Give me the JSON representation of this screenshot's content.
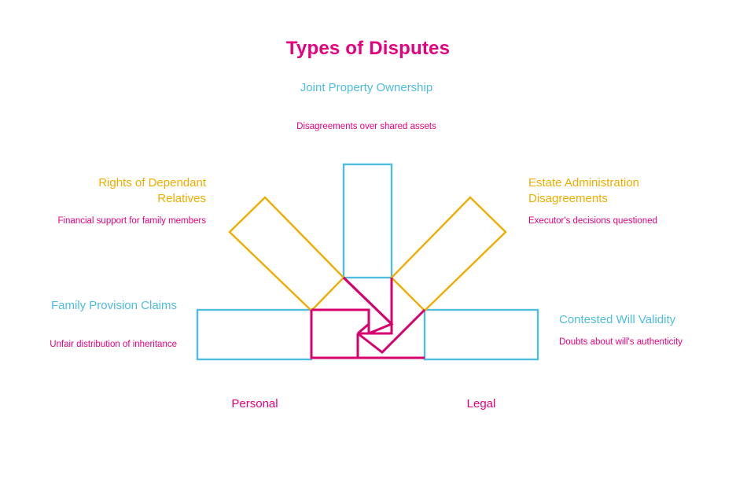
{
  "title": "Types of Disputes",
  "colors": {
    "accent_pink": "#e6007e",
    "accent_cyan": "#4ebde0",
    "accent_orange": "#eead00",
    "background": "#ffffff"
  },
  "nodes": [
    {
      "key": "joint-property-ownership",
      "label": "Joint Property Ownership",
      "description": "Disagreements over shared assets",
      "label_color": "#4ebde0",
      "shape": "vertical-bar"
    },
    {
      "key": "rights-of-dependant-relatives",
      "label": "Rights of Dependant Relatives",
      "description": "Financial support for family members",
      "label_color": "#eead00",
      "shape": "diagonal-bar-left"
    },
    {
      "key": "estate-administration-disagreements",
      "label": "Estate Administration Disagreements",
      "description": "Executor's decisions questioned",
      "label_color": "#eead00",
      "shape": "diagonal-bar-right"
    },
    {
      "key": "family-provision-claims",
      "label": "Family Provision Claims",
      "description": "Unfair distribution of inheritance",
      "label_color": "#4ebde0",
      "shape": "horizontal-bar-left"
    },
    {
      "key": "contested-will-validity",
      "label": "Contested Will Validity",
      "description": "Doubts about will's authenticity",
      "label_color": "#4ebde0",
      "shape": "horizontal-bar-right"
    }
  ],
  "axis_labels": [
    {
      "key": "personal",
      "text": "Personal"
    },
    {
      "key": "legal",
      "text": "Legal"
    }
  ],
  "chart_data": {
    "type": "diagram",
    "title": "Types of Disputes",
    "categories": [
      "Joint Property Ownership",
      "Rights of Dependant Relatives",
      "Estate Administration Disagreements",
      "Family Provision Claims",
      "Contested Will Validity"
    ],
    "descriptions": [
      "Disagreements over shared assets",
      "Financial support for family members",
      "Executor's decisions questioned",
      "Unfair distribution of inheritance",
      "Doubts about will's authenticity"
    ],
    "groups": [
      "Personal",
      "Legal"
    ],
    "legend": [],
    "grid": false
  }
}
